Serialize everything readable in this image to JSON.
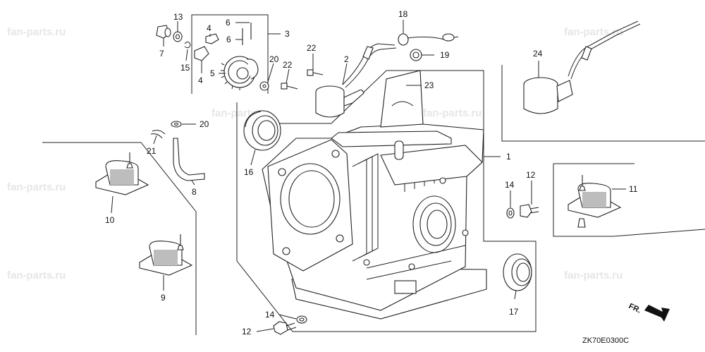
{
  "diagram": {
    "diagram_code": "ZK70E0300C",
    "direction_label": "FR.",
    "callouts": {
      "c1": "1",
      "c2": "2",
      "c3": "3",
      "c4a": "4",
      "c4b": "4",
      "c5": "5",
      "c6a": "6",
      "c6b": "6",
      "c7": "7",
      "c8": "8",
      "c9": "9",
      "c10": "10",
      "c11": "11",
      "c12a": "12",
      "c12b": "12",
      "c13": "13",
      "c14a": "14",
      "c14b": "14",
      "c15": "15",
      "c16": "16",
      "c17": "17",
      "c18": "18",
      "c19": "19",
      "c20a": "20",
      "c20b": "20",
      "c21": "21",
      "c22a": "22",
      "c22b": "22",
      "c23": "23",
      "c24": "24"
    }
  }
}
